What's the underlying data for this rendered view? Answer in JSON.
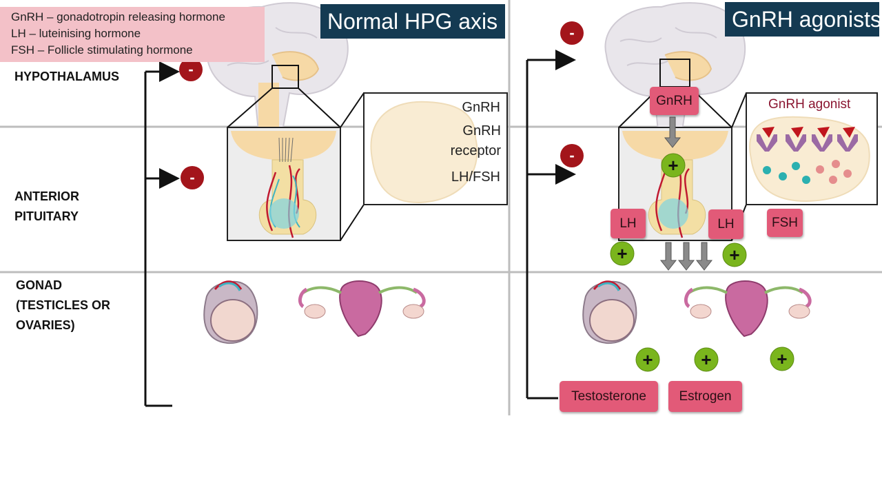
{
  "glossary": {
    "line1": "GnRH – gonadotropin releasing hormone",
    "line2": "LH – luteinising hormone",
    "line3": "FSH – Follicle stimulating hormone"
  },
  "left_panel": {
    "title": "Normal HPG axis",
    "inset_labels": {
      "gnrh": "GnRH",
      "receptor_line1": "GnRH",
      "receptor_line2": "receptor",
      "lhfsh": "LH/FSH"
    }
  },
  "right_panel": {
    "title": "GnRH agonists",
    "gnrh_box": "GnRH",
    "agonist_label": "GnRH agonist",
    "lh_left": "LH",
    "lh_right": "LH",
    "fsh": "FSH",
    "testosterone": "Testosterone",
    "estrogen": "Estrogen"
  },
  "rows": {
    "hypothalamus": "HYPOTHALAMUS",
    "pituitary_line1": "ANTERIOR",
    "pituitary_line2": "PITUITARY",
    "gonad_line1": "GONAD",
    "gonad_line2": "(TESTICLES OR",
    "gonad_line3": "OVARIES)"
  },
  "symbols": {
    "minus": "-",
    "plus": "+"
  },
  "colors": {
    "title_bg": "#143a52",
    "hormone_box": "#e25a78",
    "minus_circle": "#a3151b",
    "plus_circle": "#7ab51d",
    "glossary_bg": "#f3c1c8"
  }
}
